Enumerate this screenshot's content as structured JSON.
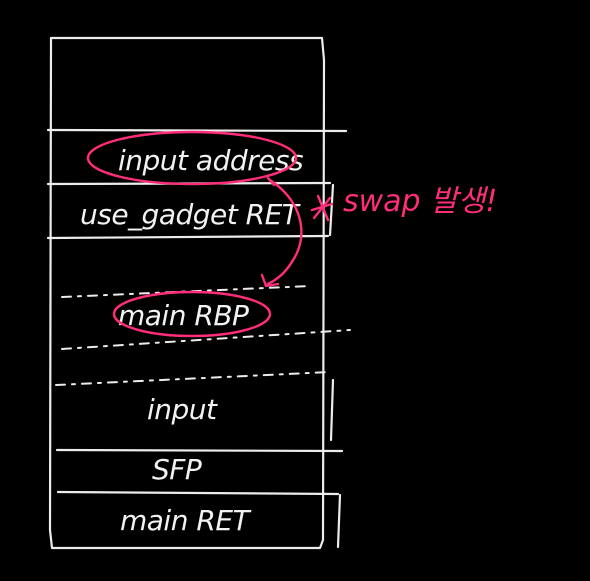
{
  "stack": {
    "cells": [
      {
        "label": ""
      },
      {
        "label": "input address"
      },
      {
        "label": "use_gadget RET"
      },
      {
        "label": "main RBP"
      },
      {
        "label": "input"
      },
      {
        "label": "SFP"
      },
      {
        "label": "main RET"
      }
    ]
  },
  "annotation": {
    "text": "swap 발생!"
  },
  "colors": {
    "background": "#000000",
    "stroke": "#ececec",
    "highlight": "#ff2d7a"
  }
}
